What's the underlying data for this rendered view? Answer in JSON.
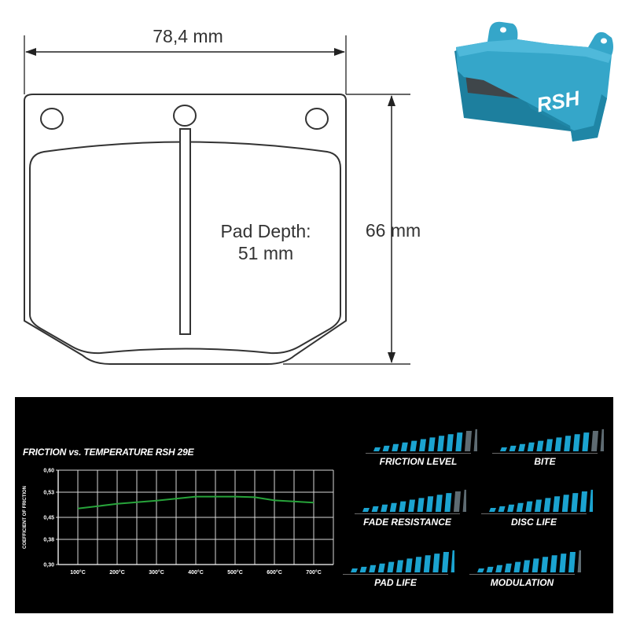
{
  "drawing": {
    "width_label": "78,4 mm",
    "height_label": "66 mm",
    "depth_label_line1": "Pad Depth:",
    "depth_label_line2": "51 mm"
  },
  "product": {
    "logo_text": "RSH",
    "color": "#35a6c9"
  },
  "panel": {
    "background": "#000000",
    "accent": "#1ba3d0",
    "inactive": "#5e6b72"
  },
  "chart_data": {
    "type": "line",
    "title": "FRICTION vs. TEMPERATURE RSH 29E",
    "ylabel": "COEFFICIENT OF FRICTION",
    "xlabel": "",
    "x": [
      "100°C",
      "200°C",
      "300°C",
      "400°C",
      "500°C",
      "600°C",
      "700°C"
    ],
    "y_ticks": [
      "0,60",
      "0,53",
      "0,45",
      "0,38",
      "0,30"
    ],
    "ylim": [
      0.3,
      0.6
    ],
    "grid": true,
    "series": [
      {
        "color": "#27a33a",
        "points": [
          [
            100,
            0.478
          ],
          [
            200,
            0.493
          ],
          [
            300,
            0.503
          ],
          [
            400,
            0.516
          ],
          [
            500,
            0.516
          ],
          [
            550,
            0.514
          ],
          [
            600,
            0.504
          ],
          [
            700,
            0.497
          ]
        ]
      }
    ]
  },
  "ratings": [
    {
      "label": "FRICTION LEVEL",
      "value": 10,
      "max": 12
    },
    {
      "label": "BITE",
      "value": 10,
      "max": 12
    },
    {
      "label": "FADE RESISTANCE",
      "value": 10,
      "max": 12
    },
    {
      "label": "DISC LIFE",
      "value": 12,
      "max": 12
    },
    {
      "label": "PAD LIFE",
      "value": 12,
      "max": 12
    },
    {
      "label": "MODULATION",
      "value": 11,
      "max": 12
    }
  ]
}
